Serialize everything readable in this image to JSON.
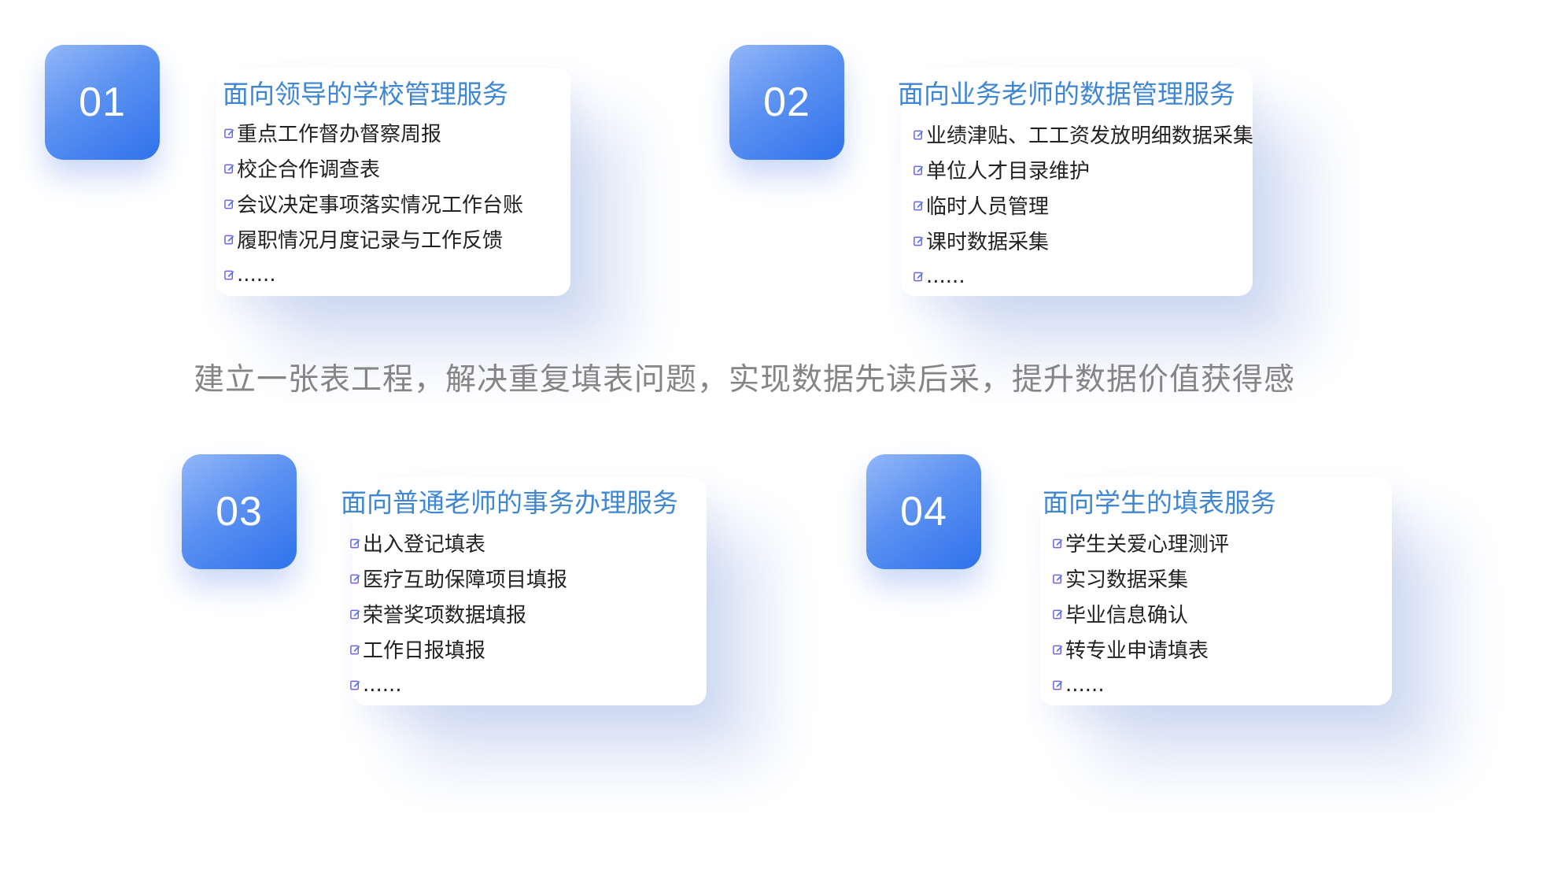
{
  "slogan": "建立一张表工程，解决重复填表问题，实现数据先读后采，提升数据价值获得感",
  "colors": {
    "badge_gradient_start": "#93b7f8",
    "badge_gradient_end": "#2f72ec",
    "title": "#3f86d3",
    "item_text": "#222222",
    "slogan_text": "#858585",
    "icon_stroke": "#7b5ce6"
  },
  "icons": {
    "item": "edit-note-icon"
  },
  "cards": [
    {
      "number": "01",
      "title": "面向领导的学校管理服务",
      "items": [
        "重点工作督办督察周报",
        "校企合作调查表",
        "会议决定事项落实情况工作台账",
        "履职情况月度记录与工作反馈",
        "......"
      ]
    },
    {
      "number": "02",
      "title": "面向业务老师的数据管理服务",
      "items": [
        "业绩津贴、工工资发放明细数据采集",
        "单位人才目录维护",
        "临时人员管理",
        "课时数据采集",
        "......"
      ]
    },
    {
      "number": "03",
      "title": "面向普通老师的事务办理服务",
      "items": [
        "出入登记填表",
        "医疗互助保障项目填报",
        "荣誉奖项数据填报",
        "工作日报填报",
        "......"
      ]
    },
    {
      "number": "04",
      "title": "面向学生的填表服务",
      "items": [
        "学生关爱心理测评",
        "实习数据采集",
        "毕业信息确认",
        "转专业申请填表",
        "......"
      ]
    }
  ]
}
